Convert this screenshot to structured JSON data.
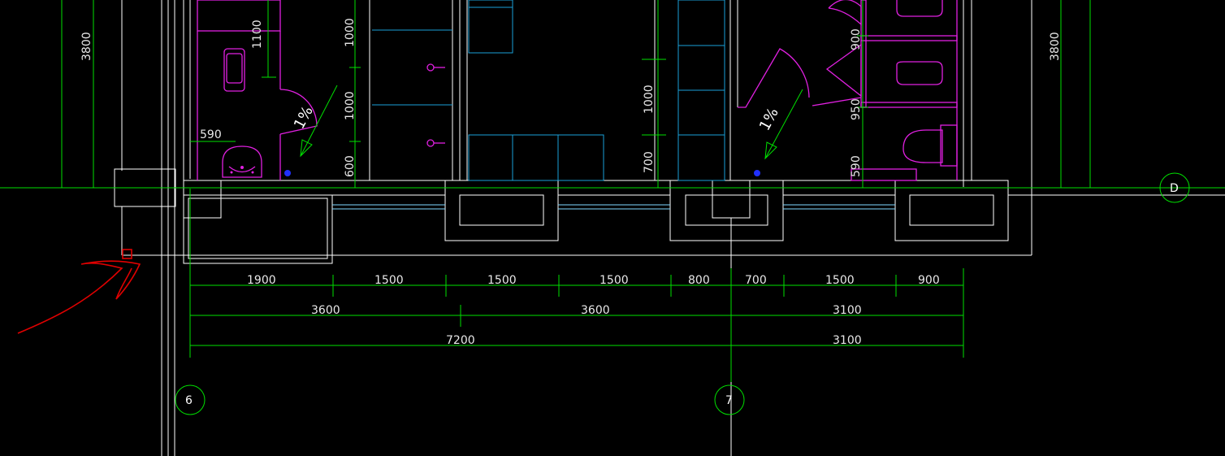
{
  "drawing": {
    "colors": {
      "background": "#000000",
      "wall": "#ffffff",
      "dimension": "#00e000",
      "fixture": "#e020e0",
      "partition": "#1aa0d8",
      "annotation": "#e00000"
    },
    "axes": {
      "left": "6",
      "middle": "7",
      "right": "D"
    },
    "slopes": {
      "left": "1%",
      "right": "1%"
    },
    "dim_row_1": [
      "1900",
      "1500",
      "1500",
      "1500",
      "800",
      "700",
      "1500",
      "900"
    ],
    "dim_row_2": [
      "3600",
      "3600",
      "3100"
    ],
    "dim_row_3": [
      "7200",
      "3100"
    ],
    "vertical_dims": {
      "left_outer": "3800",
      "right_outer": "3800",
      "left_room": "1100",
      "left_width": "590",
      "left_column": [
        "1000",
        "1000",
        "600"
      ],
      "middle_column": [
        "1000",
        "700"
      ],
      "right_column": [
        "900",
        "950",
        "590"
      ]
    }
  }
}
